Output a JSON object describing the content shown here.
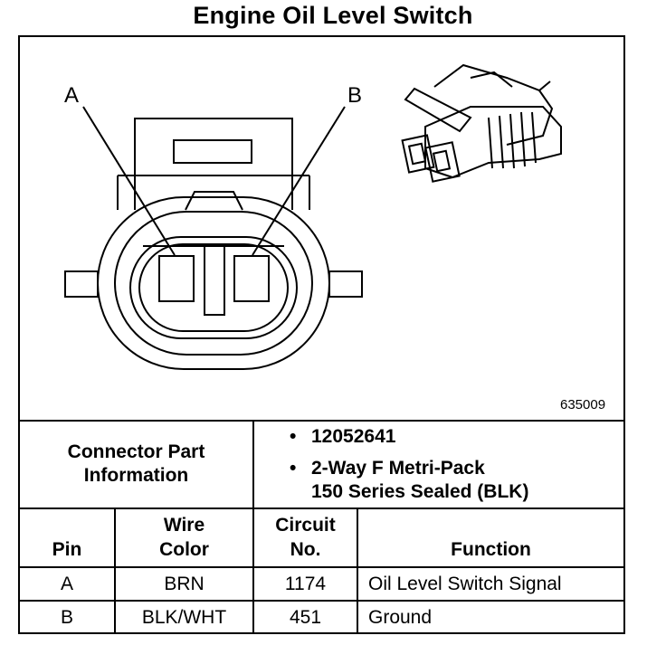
{
  "title": "Engine Oil Level Switch",
  "diagram": {
    "label_a": "A",
    "label_b": "B",
    "figure_number": "635009"
  },
  "connector_info": {
    "label_line1": "Connector Part",
    "label_line2": "Information",
    "part_number": "12052641",
    "description_line1": "2-Way F Metri-Pack",
    "description_line2": "150 Series Sealed (BLK)",
    "bullet": "•"
  },
  "table": {
    "headers": {
      "pin": "Pin",
      "wire_color_line1": "Wire",
      "wire_color_line2": "Color",
      "circuit_line1": "Circuit",
      "circuit_line2": "No.",
      "function": "Function"
    },
    "rows": [
      {
        "pin": "A",
        "wire_color": "BRN",
        "circuit": "1174",
        "function": "Oil Level Switch Signal"
      },
      {
        "pin": "B",
        "wire_color": "BLK/WHT",
        "circuit": "451",
        "function": "Ground"
      }
    ]
  }
}
